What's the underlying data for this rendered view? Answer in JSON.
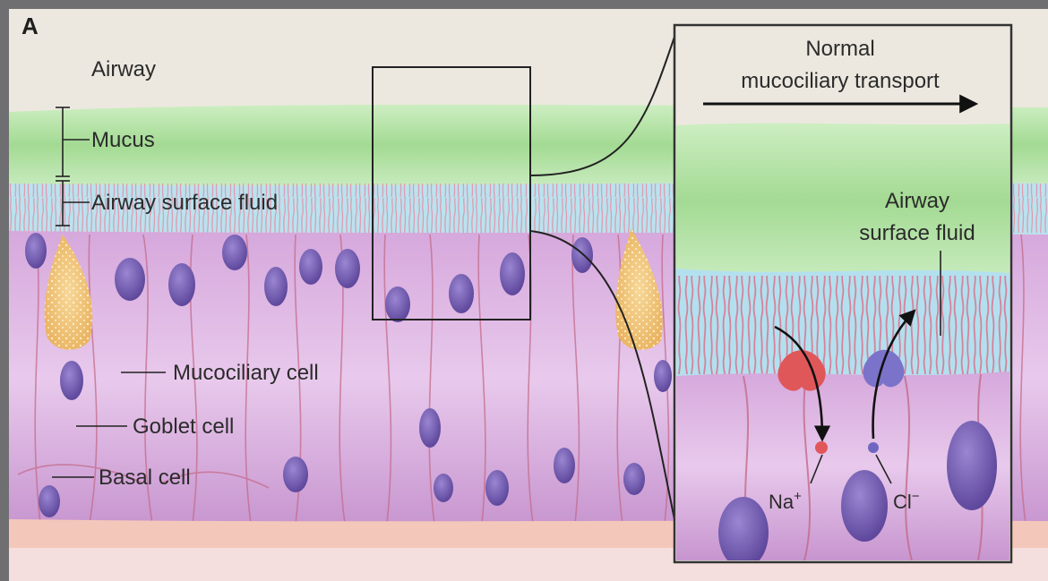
{
  "figure": {
    "panel_letter": "A",
    "labels": {
      "airway": "Airway",
      "mucus": "Mucus",
      "airway_surface_fluid": "Airway surface fluid",
      "mucociliary_cell": "Mucociliary cell",
      "goblet_cell": "Goblet cell",
      "basal_cell": "Basal cell"
    },
    "inset": {
      "title_line1": "Normal",
      "title_line2": "mucociliary transport",
      "asf_line1": "Airway",
      "asf_line2": "surface fluid",
      "sodium_symbol": "Na",
      "sodium_charge": "+",
      "chloride_symbol": "Cl",
      "chloride_charge": "−"
    },
    "colors": {
      "background_frame": "#6f6f71",
      "airway": "#ece8df",
      "mucus": "#a6dc97",
      "surface_fluid": "#b7e2ee",
      "cells": "#cf9fd6",
      "nucleus": "#6c55aa",
      "goblet": "#f0c272",
      "basement": "#f3c8bd",
      "sodium_channel": "#e0575a",
      "chloride_channel": "#7b72c9"
    }
  }
}
